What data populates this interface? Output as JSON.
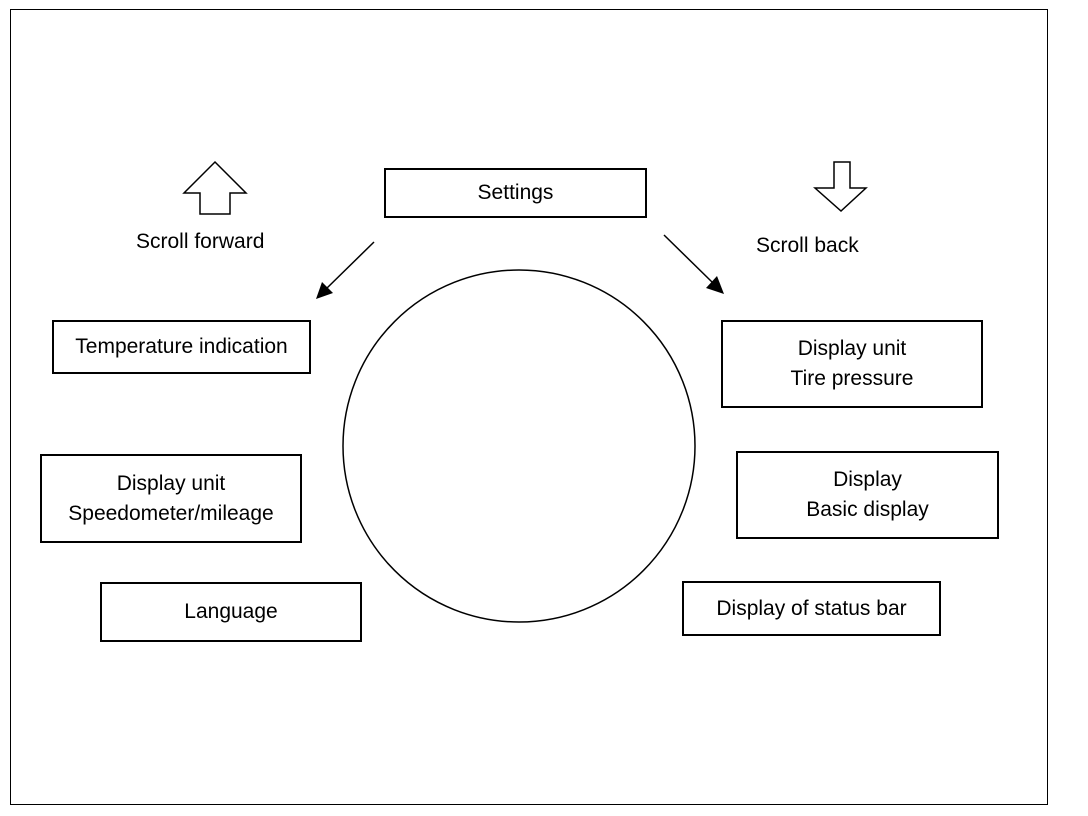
{
  "center": {
    "title": "Settings"
  },
  "scroll": {
    "forward_label": "Scroll forward",
    "back_label": "Scroll back"
  },
  "left_items": [
    {
      "lines": [
        "Temperature indication"
      ]
    },
    {
      "lines": [
        "Display unit",
        "Speedometer/mileage"
      ]
    },
    {
      "lines": [
        "Language"
      ]
    }
  ],
  "right_items": [
    {
      "lines": [
        "Display unit",
        "Tire pressure"
      ]
    },
    {
      "lines": [
        "Display",
        "Basic display"
      ]
    },
    {
      "lines": [
        "Display of status bar"
      ]
    }
  ],
  "icons": {
    "forward": "arrow-up-outline-icon",
    "back": "arrow-down-outline-icon"
  },
  "colors": {
    "line": "#000000",
    "background": "#ffffff"
  }
}
